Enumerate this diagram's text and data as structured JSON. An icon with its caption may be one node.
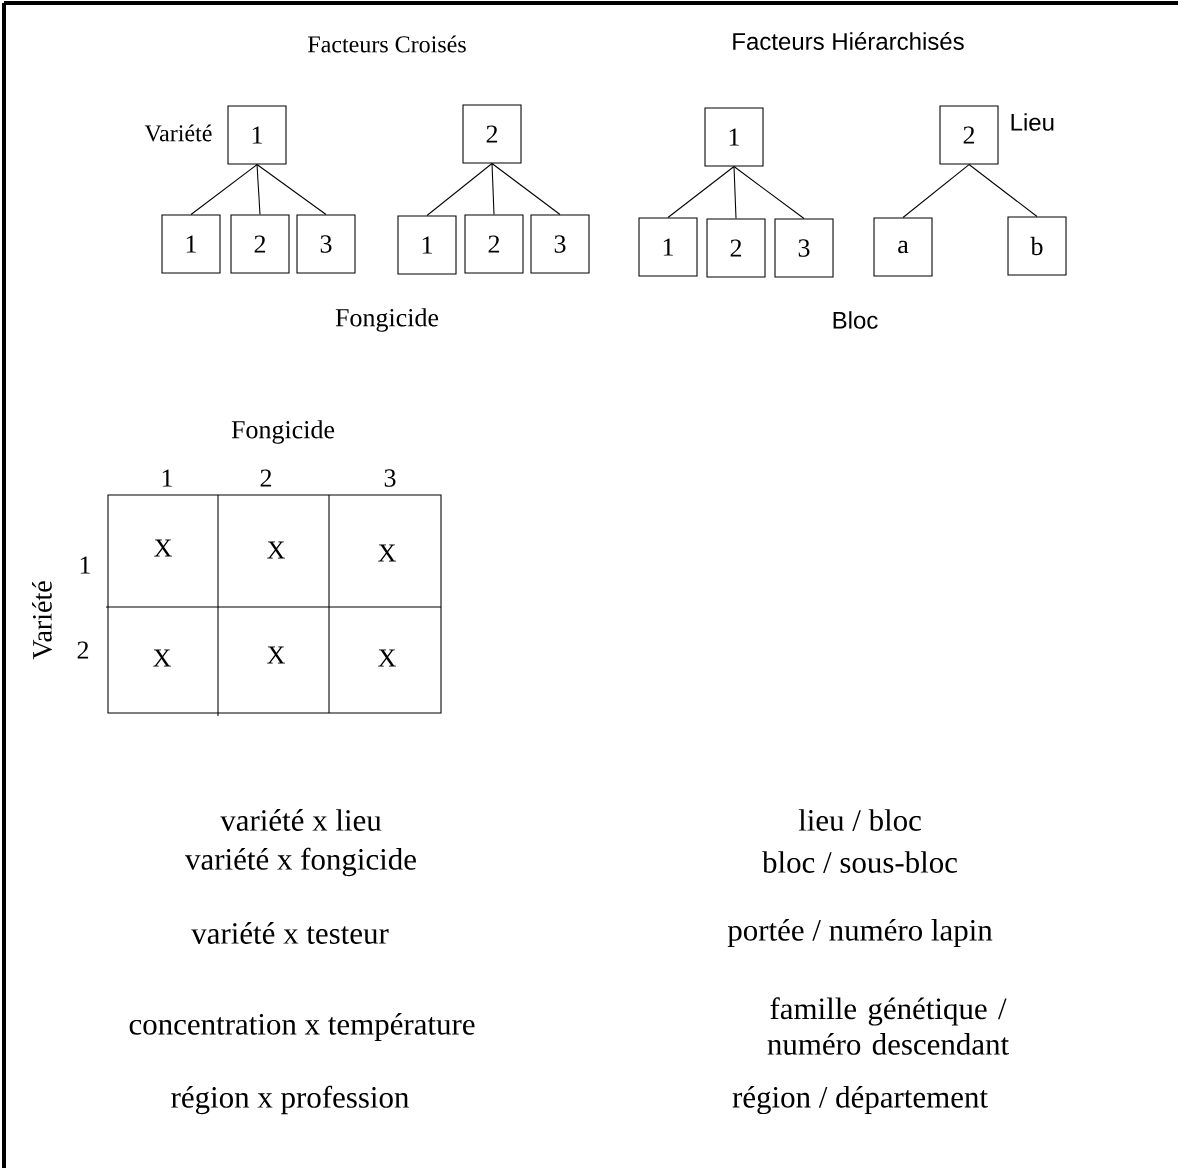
{
  "diagram": {
    "nodes": [
      {
        "text": [
          "1"
        ],
        "beside": [
          "Variété"
        ]
      },
      {
        "text": [
          "1"
        ]
      },
      {
        "text": [
          "2"
        ]
      },
      {
        "text": [
          "3"
        ]
      },
      {
        "text": [
          "2"
        ]
      },
      {
        "text": [
          "1"
        ]
      },
      {
        "text": [
          "2"
        ]
      },
      {
        "text": [
          "3"
        ]
      },
      {
        "text": [
          "1"
        ]
      },
      {
        "text": [
          "1"
        ]
      },
      {
        "text": [
          "2"
        ]
      },
      {
        "text": [
          "3"
        ]
      },
      {
        "text": [
          "2"
        ],
        "beside": [
          "Lieu"
        ]
      },
      {
        "text": [
          "a"
        ]
      },
      {
        "text": [
          "b"
        ]
      }
    ],
    "edges": [
      {
        "from": 0,
        "to": 1,
        "arrow": "none"
      },
      {
        "from": 0,
        "to": 2,
        "arrow": "none"
      },
      {
        "from": 0,
        "to": 3,
        "arrow": "none"
      },
      {
        "from": 4,
        "to": 5,
        "arrow": "none"
      },
      {
        "from": 4,
        "to": 6,
        "arrow": "none"
      },
      {
        "from": 4,
        "to": 7,
        "arrow": "none"
      },
      {
        "from": 8,
        "to": 9,
        "arrow": "none"
      },
      {
        "from": 8,
        "to": 10,
        "arrow": "none"
      },
      {
        "from": 8,
        "to": 11,
        "arrow": "none"
      },
      {
        "from": 12,
        "to": 13,
        "arrow": "none"
      },
      {
        "from": 12,
        "to": 14,
        "arrow": "none"
      }
    ],
    "labels": [
      "Facteurs Croisés",
      "Facteurs Hiérarchisés",
      "Fongicide",
      "Bloc",
      "Fongicide",
      "1",
      "2",
      "3",
      "Variété",
      "1",
      "X",
      "X",
      "X",
      "2",
      "X",
      "X",
      "X",
      "variété x lieu",
      "lieu / bloc",
      "variété x fongicide",
      "bloc / sous-bloc",
      "variété x testeur",
      "portée / numéro lapin",
      "concentration x température",
      "famille génétique / numéro descendant",
      "région x profession",
      "région / département"
    ]
  }
}
